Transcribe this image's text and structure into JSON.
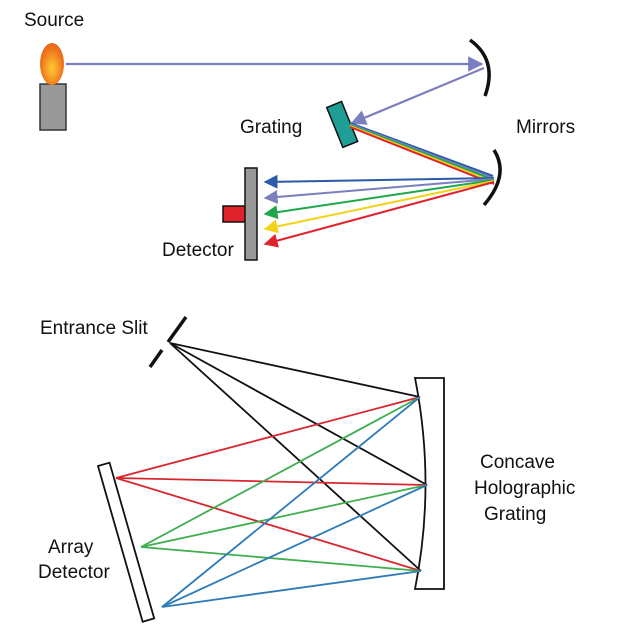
{
  "labels": {
    "source": "Source",
    "grating": "Grating",
    "mirrors": "Mirrors",
    "detector": "Detector",
    "entrance_slit": "Entrance Slit",
    "concave_line1": "Concave",
    "concave_line2": "Holographic",
    "concave_line3": "Grating",
    "array_line1": "Array",
    "array_line2": "Detector"
  },
  "colors": {
    "beam": "#7b7fbf",
    "blue": "#2b5aa8",
    "violet": "#7b7fbf",
    "green": "#1fa84b",
    "yellow": "#f2d21a",
    "red": "#e0222d",
    "teal": "#1f9e96",
    "gray": "#999999",
    "flame": "#f07a1e",
    "black": "#111111",
    "ray_red": "#d7262e",
    "ray_green": "#3fae4e",
    "ray_blue": "#2e7bb8"
  }
}
